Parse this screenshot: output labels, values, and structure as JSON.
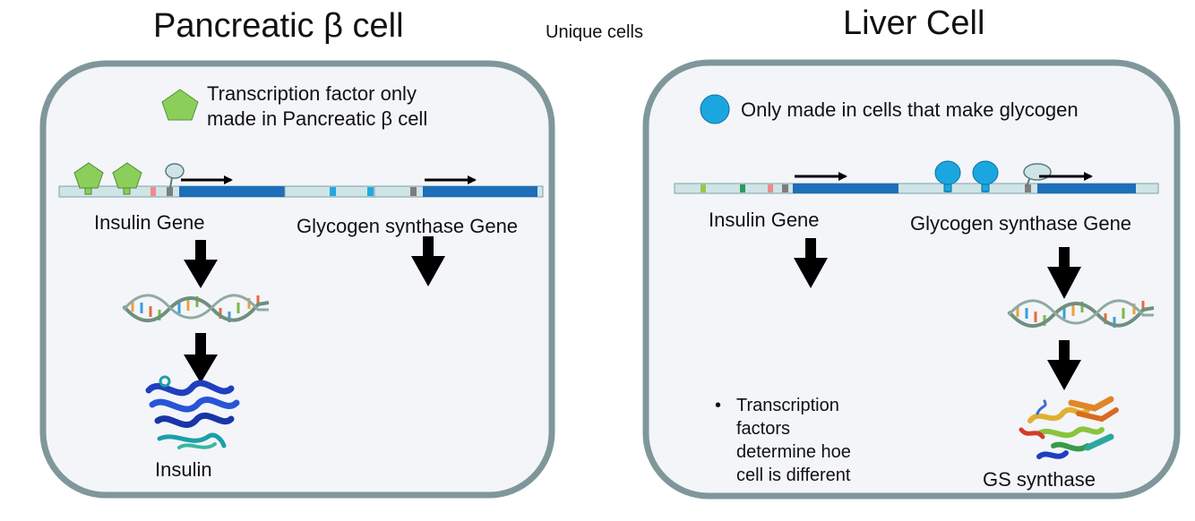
{
  "header": {
    "left_title": "Pancreatic β cell",
    "center_label": "Unique cells",
    "right_title": "Liver Cell"
  },
  "pancreatic_cell": {
    "legend_text_line1": "Transcription factor only",
    "legend_text_line2": "made in Pancreatic β cell",
    "insulin_gene_label": "Insulin Gene",
    "gs_gene_label": "Glycogen synthase Gene",
    "product_label": "Insulin",
    "legend_icon": "green-pentagon-icon",
    "product_icon": "insulin-protein-structure-icon"
  },
  "liver_cell": {
    "legend_text": "Only made in cells that make glycogen",
    "insulin_gene_label": "Insulin Gene",
    "gs_gene_label": "Glycogen synthase Gene",
    "product_label": "GS synthase",
    "note_bullet": "•",
    "note_text": "Transcription factors determine hoe cell is different",
    "legend_icon": "blue-circle-icon",
    "product_icon": "gs-protein-structure-icon"
  },
  "colors": {
    "cell_border": "#7f979b",
    "cell_fill": "#f3f5f9",
    "dna_strand": "#cfe4e6",
    "gene_body": "#1c6fb8",
    "tf_pancreas": "#8bcf5a",
    "tf_liver": "#1aa7e0",
    "polymerase": "#cfe4e6",
    "arrow": "#000000"
  }
}
